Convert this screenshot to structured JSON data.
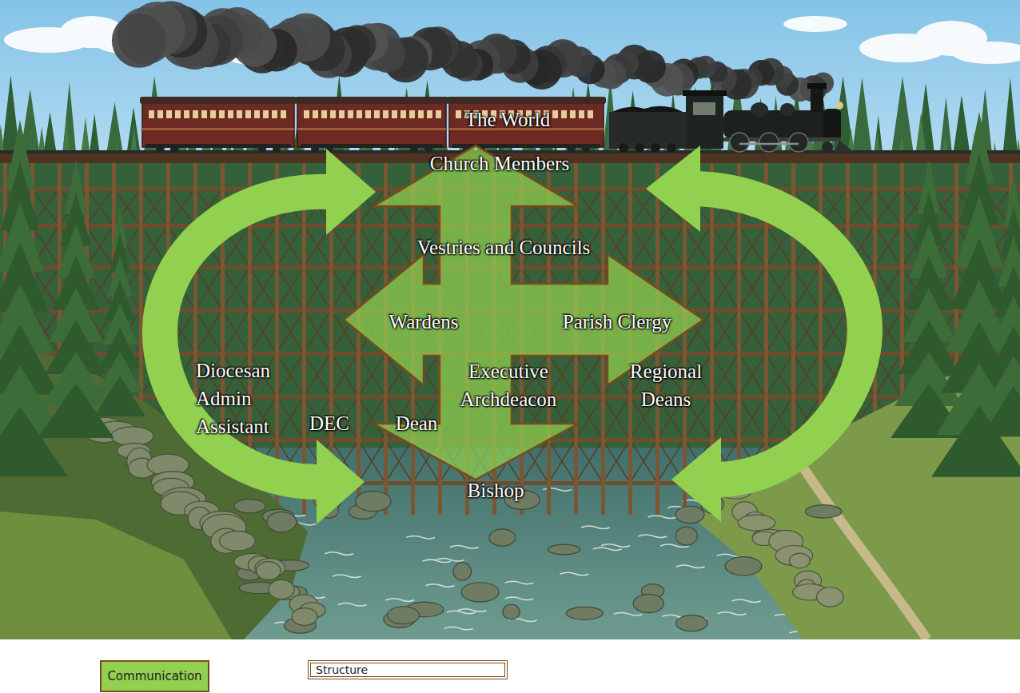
{
  "diagram": {
    "nodes": [
      {
        "text": [
          "Church Members",
          "Vestries and Councils",
          "Wardens",
          "Parish Clergy",
          "Executive Archdeacon"
        ]
      }
    ],
    "labels": [
      "The World",
      "Diocesan Admin Assistant",
      "DEC",
      "Dean",
      "Regional Deans",
      "Bishop"
    ],
    "legend": [
      {
        "text": "Communication",
        "color": "#92d050"
      },
      {
        "text": "Structure"
      }
    ]
  }
}
